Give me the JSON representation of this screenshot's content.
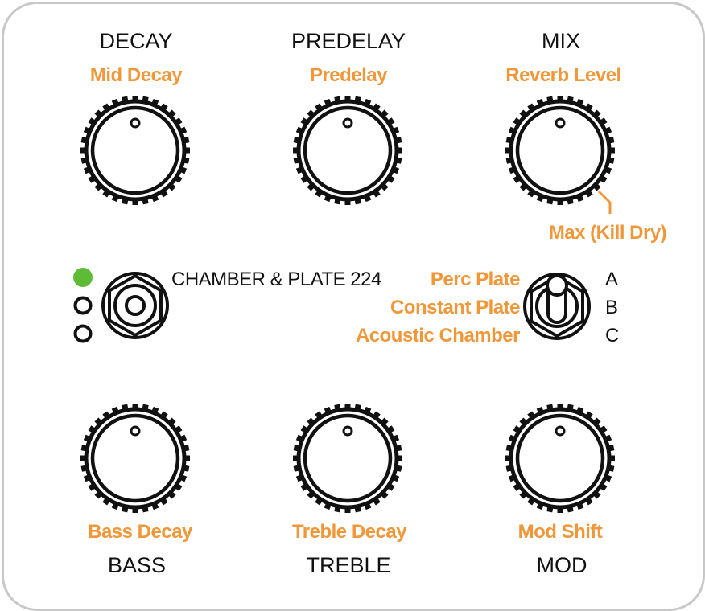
{
  "knobs": [
    {
      "id": "decay",
      "name": "DECAY",
      "function": "Mid Decay"
    },
    {
      "id": "predelay",
      "name": "PREDELAY",
      "function": "Predelay"
    },
    {
      "id": "mix",
      "name": "MIX",
      "function": "Reverb Level",
      "annotation": "Max (Kill Dry)"
    },
    {
      "id": "bass",
      "name": "BASS",
      "function": "Bass Decay"
    },
    {
      "id": "treble",
      "name": "TREBLE",
      "function": "Treble Decay"
    },
    {
      "id": "mod",
      "name": "MOD",
      "function": "Mod Shift"
    }
  ],
  "footswitch": {
    "label": "CHAMBER & PLATE 224",
    "leds": [
      {
        "on": true
      },
      {
        "on": false
      },
      {
        "on": false
      }
    ]
  },
  "toggle": {
    "positions": [
      {
        "key": "A",
        "label": "Perc Plate"
      },
      {
        "key": "B",
        "label": "Constant Plate"
      },
      {
        "key": "C",
        "label": "Acoustic Chamber"
      }
    ]
  },
  "colors": {
    "accent": "#F0973A",
    "led_on": "#5DBB35",
    "ink": "#111111",
    "border": "#c8c8c8"
  }
}
